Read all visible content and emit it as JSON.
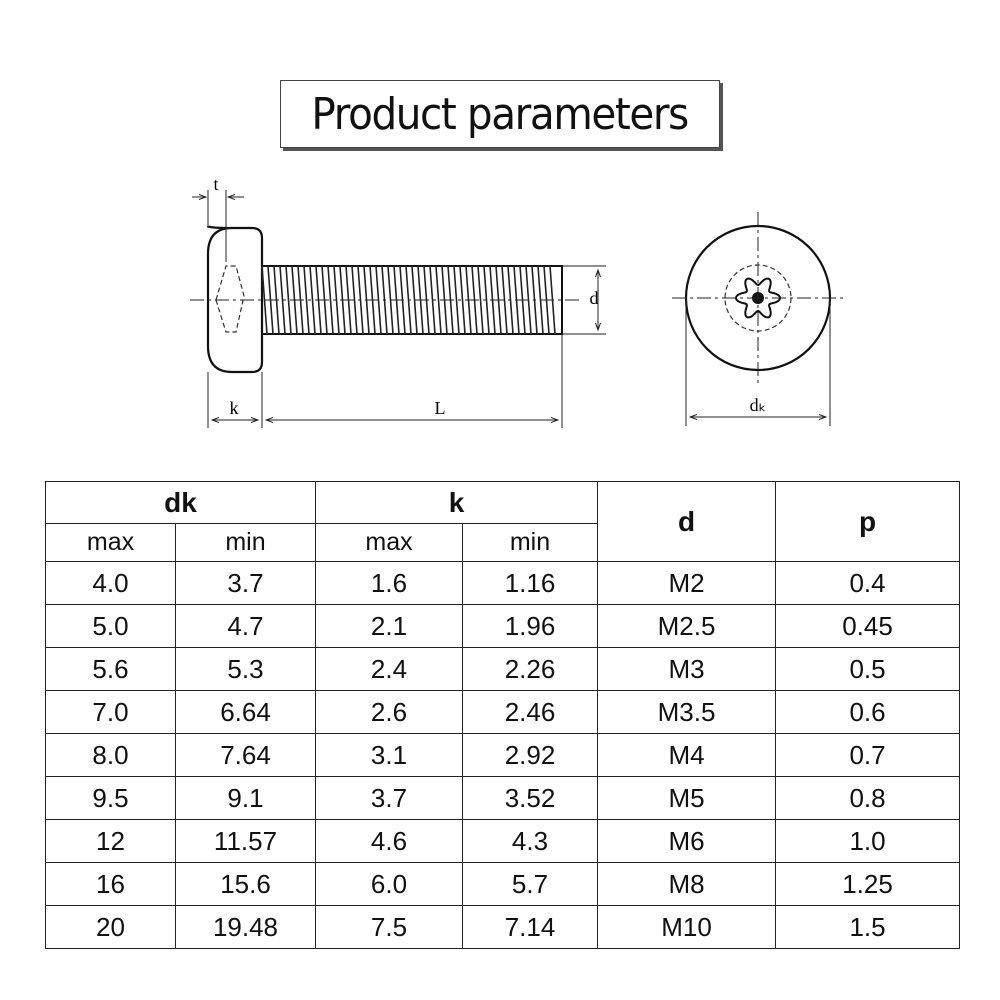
{
  "title": "Product parameters",
  "drawing_labels": {
    "t": "t",
    "k": "k",
    "L": "L",
    "d": "d",
    "dk": "dₖ"
  },
  "table": {
    "groups": [
      "dk",
      "k",
      "d",
      "p"
    ],
    "subheaders": [
      "max",
      "min",
      "max",
      "min"
    ],
    "rows": [
      [
        "4.0",
        "3.7",
        "1.6",
        "1.16",
        "M2",
        "0.4"
      ],
      [
        "5.0",
        "4.7",
        "2.1",
        "1.96",
        "M2.5",
        "0.45"
      ],
      [
        "5.6",
        "5.3",
        "2.4",
        "2.26",
        "M3",
        "0.5"
      ],
      [
        "7.0",
        "6.64",
        "2.6",
        "2.46",
        "M3.5",
        "0.6"
      ],
      [
        "8.0",
        "7.64",
        "3.1",
        "2.92",
        "M4",
        "0.7"
      ],
      [
        "9.5",
        "9.1",
        "3.7",
        "3.52",
        "M5",
        "0.8"
      ],
      [
        "12",
        "11.57",
        "4.6",
        "4.3",
        "M6",
        "1.0"
      ],
      [
        "16",
        "15.6",
        "6.0",
        "5.7",
        "M8",
        "1.25"
      ],
      [
        "20",
        "19.48",
        "7.5",
        "7.14",
        "M10",
        "1.5"
      ]
    ]
  }
}
